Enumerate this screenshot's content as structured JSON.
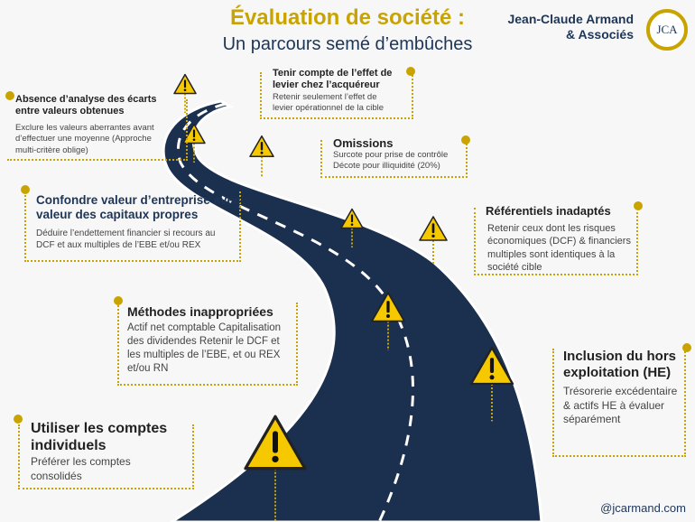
{
  "header": {
    "title": "Évaluation de société :",
    "subtitle": "Un parcours semé d’embûches"
  },
  "brand": {
    "line1": "Jean-Claude Armand",
    "line2": "& Associés",
    "logo_text": "JCA"
  },
  "pitfalls": [
    {
      "title": "Absence d’analyse des écarts entre valeurs obtenues",
      "desc": "Exclure les valeurs aberrantes avant d’effectuer une moyenne (Approche multi-critère oblige)"
    },
    {
      "title": "Tenir compte de l’effet de levier chez l’acquéreur",
      "desc": "Retenir seulement l’effet de levier opérationnel de la cible"
    },
    {
      "title": "Omissions",
      "desc": "Surcote pour prise de contrôle Décote pour illiquidité (20%)"
    },
    {
      "title": "Confondre valeur d’entreprise avec valeur des capitaux propres",
      "desc": "Déduire l’endettement financier si recours au DCF et aux multiples de l’EBE et/ou REX"
    },
    {
      "title": "Référentiels inadaptés",
      "desc": "Retenir ceux dont les risques économiques (DCF) & financiers multiples sont identiques à la société cible"
    },
    {
      "title": "Méthodes inappropriées",
      "desc": "Actif net comptable Capitalisation  des dividendes Retenir le DCF et les multiples de l’EBE, et ou REX et/ou RN"
    },
    {
      "title": "Inclusion du hors exploitation (HE)",
      "desc": "Trésorerie excédentaire & actifs HE à évaluer séparément"
    },
    {
      "title": "Utiliser les comptes individuels",
      "desc": "Préférer les comptes consolidés"
    }
  ],
  "footer": {
    "handle": "@jcarmand.com"
  },
  "colors": {
    "accent": "#c9a400",
    "road": "#1b2f4e",
    "sign": "#f5c800"
  }
}
